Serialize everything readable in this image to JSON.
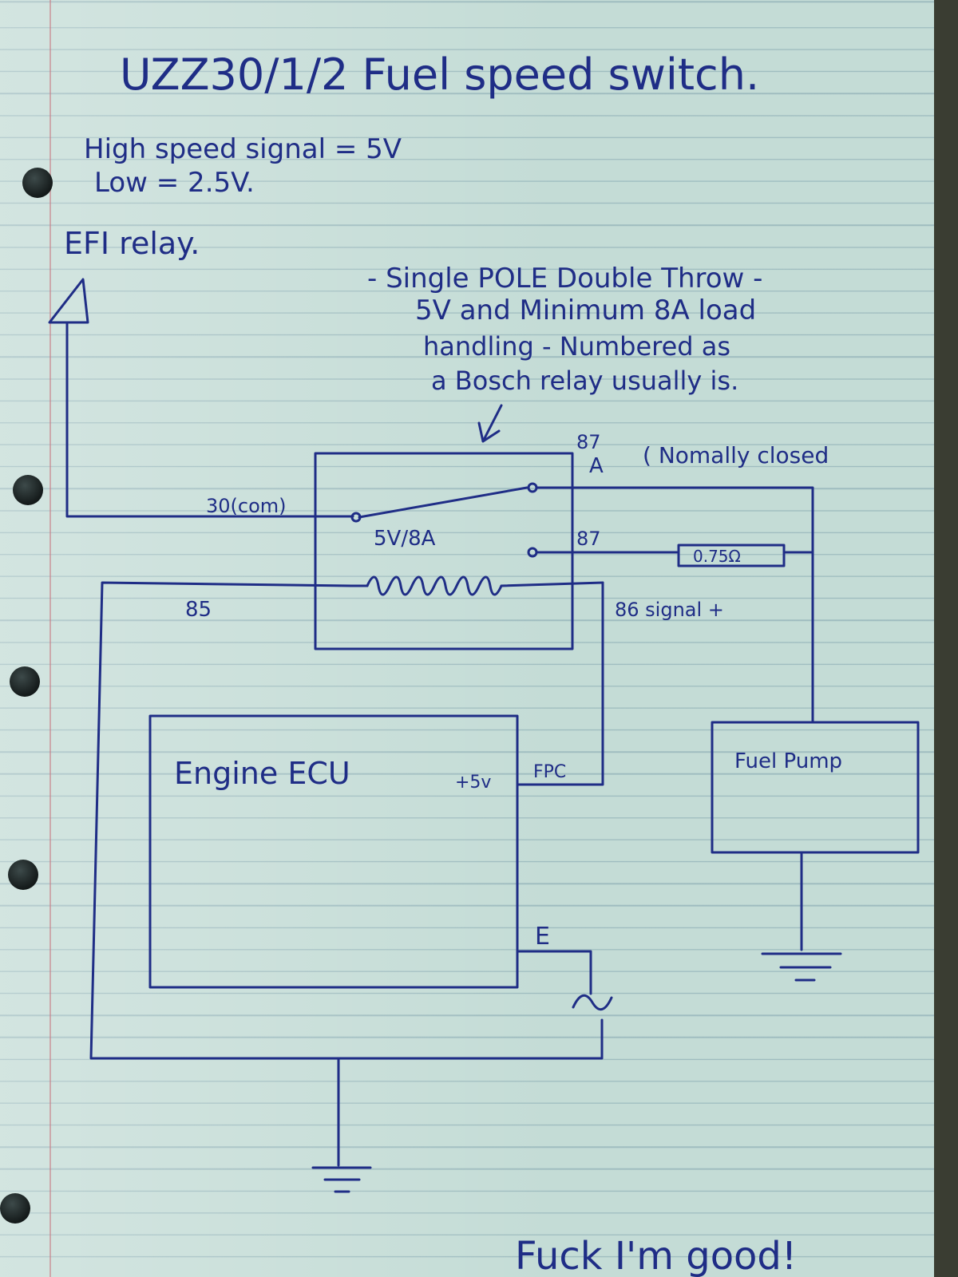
{
  "title": "UZZ30/1/2   Fuel speed switch.",
  "notes": {
    "high_line": "High  speed  signal = 5V",
    "low_line": "Low                 = 2.5V."
  },
  "efi_relay": "EFI relay.",
  "relay_note": {
    "line1": "- Single POLE Double Throw -",
    "line2": "5V and Minimum 8A load",
    "line3": "handling - Numbered as",
    "line4": "a Bosch relay usually is."
  },
  "relay": {
    "rating": "5V/8A",
    "pin_30": "30(com)",
    "pin_87a_num": "87",
    "pin_87a_letter": "A",
    "pin_87a_note": "( Nomally closed",
    "pin_87": "87",
    "pin_85": "85",
    "pin_86": "86 signal +"
  },
  "resistor": "0.75Ω",
  "ecu": {
    "label": "Engine ECU",
    "plus5v": "+5v",
    "fpc": "FPC",
    "e": "E"
  },
  "fuel_pump": "Fuel Pump",
  "signature": "Fuck I'm good!",
  "colors": {
    "ink": "#1f2d86",
    "paper": "#c4dcd6"
  }
}
